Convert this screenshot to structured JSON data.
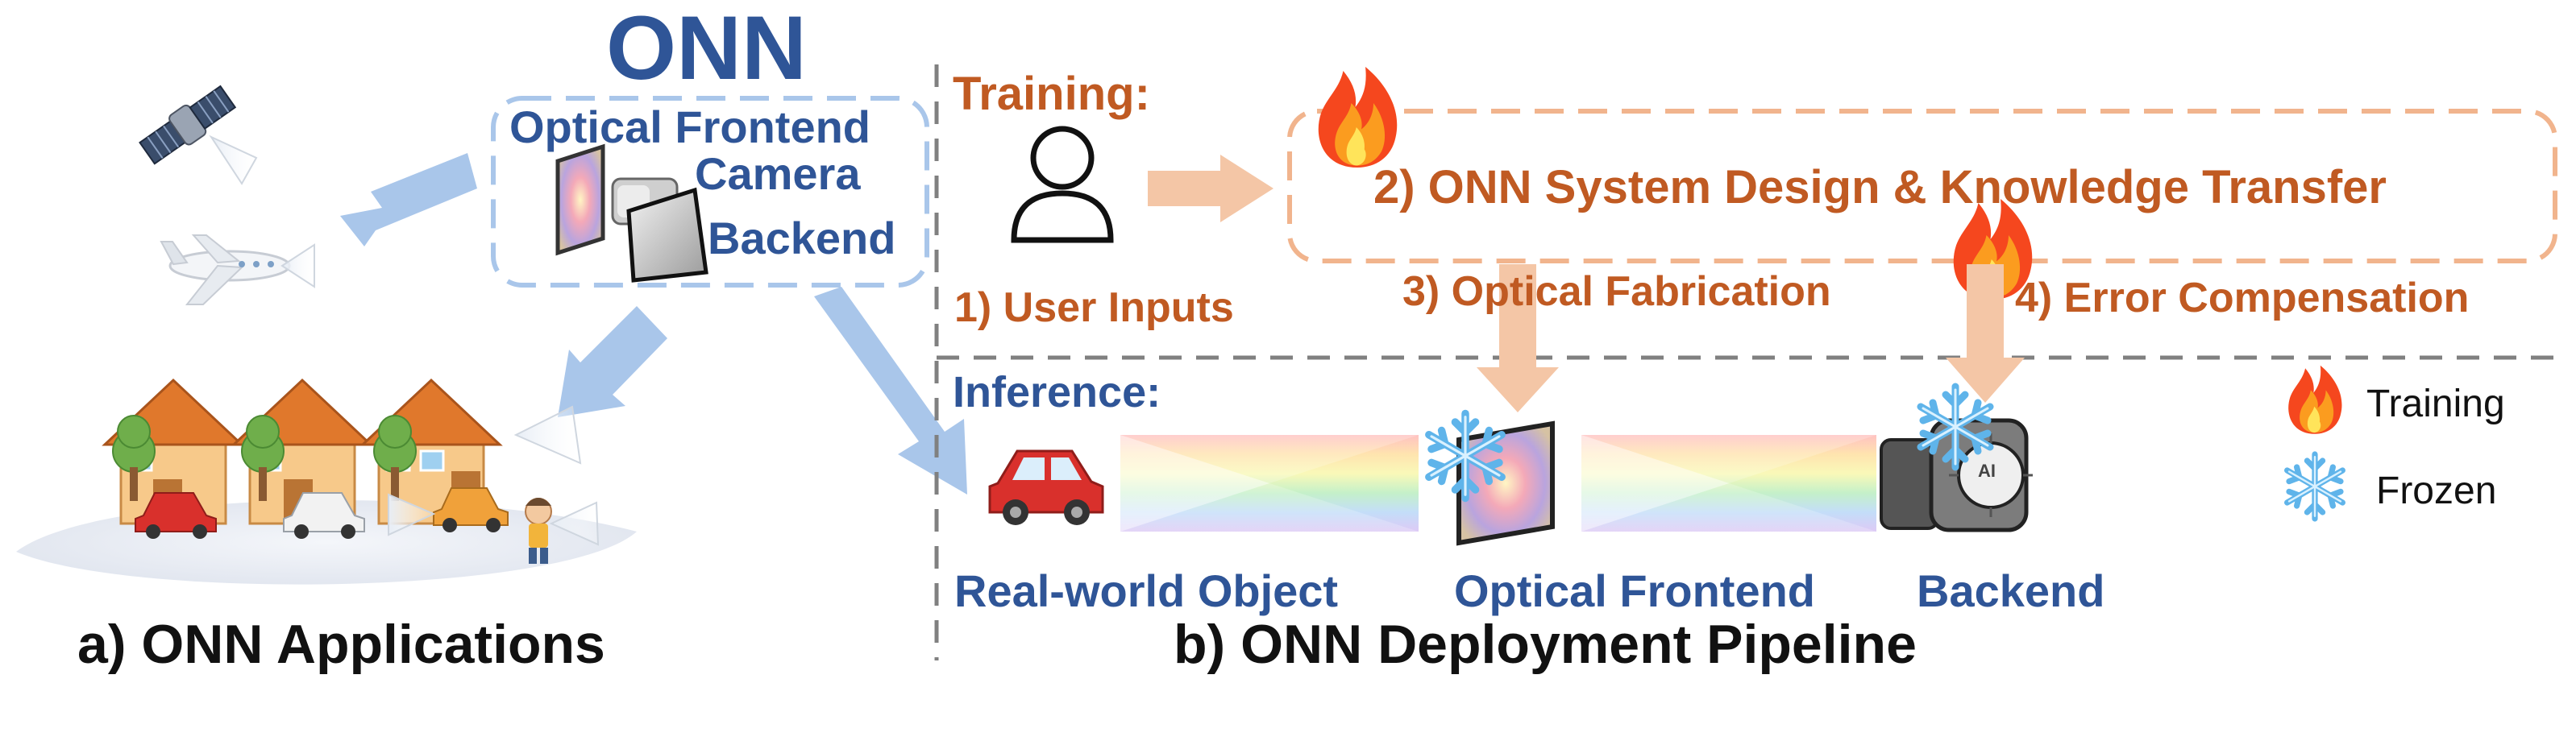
{
  "onn": {
    "title": "ONN",
    "optical_frontend": "Optical Frontend",
    "camera": "Camera",
    "backend": "Backend"
  },
  "training": {
    "header": "Training:",
    "step1": "1) User Inputs",
    "step2": "2) ONN System Design & Knowledge Transfer",
    "step3": "3) Optical Fabrication",
    "step4": "4) Error Compensation"
  },
  "inference": {
    "header": "Inference:",
    "object_label": "Real-world Object",
    "frontend_label": "Optical Frontend",
    "backend_label": "Backend",
    "chip_text": "AI"
  },
  "legend": {
    "training": "Training",
    "frozen": "Frozen"
  },
  "captions": {
    "a": "a) ONN Applications",
    "b": "b) ONN Deployment Pipeline"
  },
  "icons": {
    "satellite": "satellite-icon",
    "airplane": "airplane-icon",
    "houses": "houses-icon",
    "car": "car-icon",
    "pedestrian": "pedestrian-icon",
    "user": "user-icon",
    "fire": "fire-icon",
    "snowflake": "snowflake-icon",
    "camera": "camera-icon",
    "optical_mask": "optical-mask-icon"
  },
  "colors": {
    "blue_text": "#2f5597",
    "orange_text": "#c05a22",
    "blue_arrow": "#a9c6ea",
    "orange_arrow": "#f4c6a6",
    "dashed_blue": "#a9c6ea",
    "dashed_orange": "#f1b48d",
    "divider": "#808080"
  }
}
